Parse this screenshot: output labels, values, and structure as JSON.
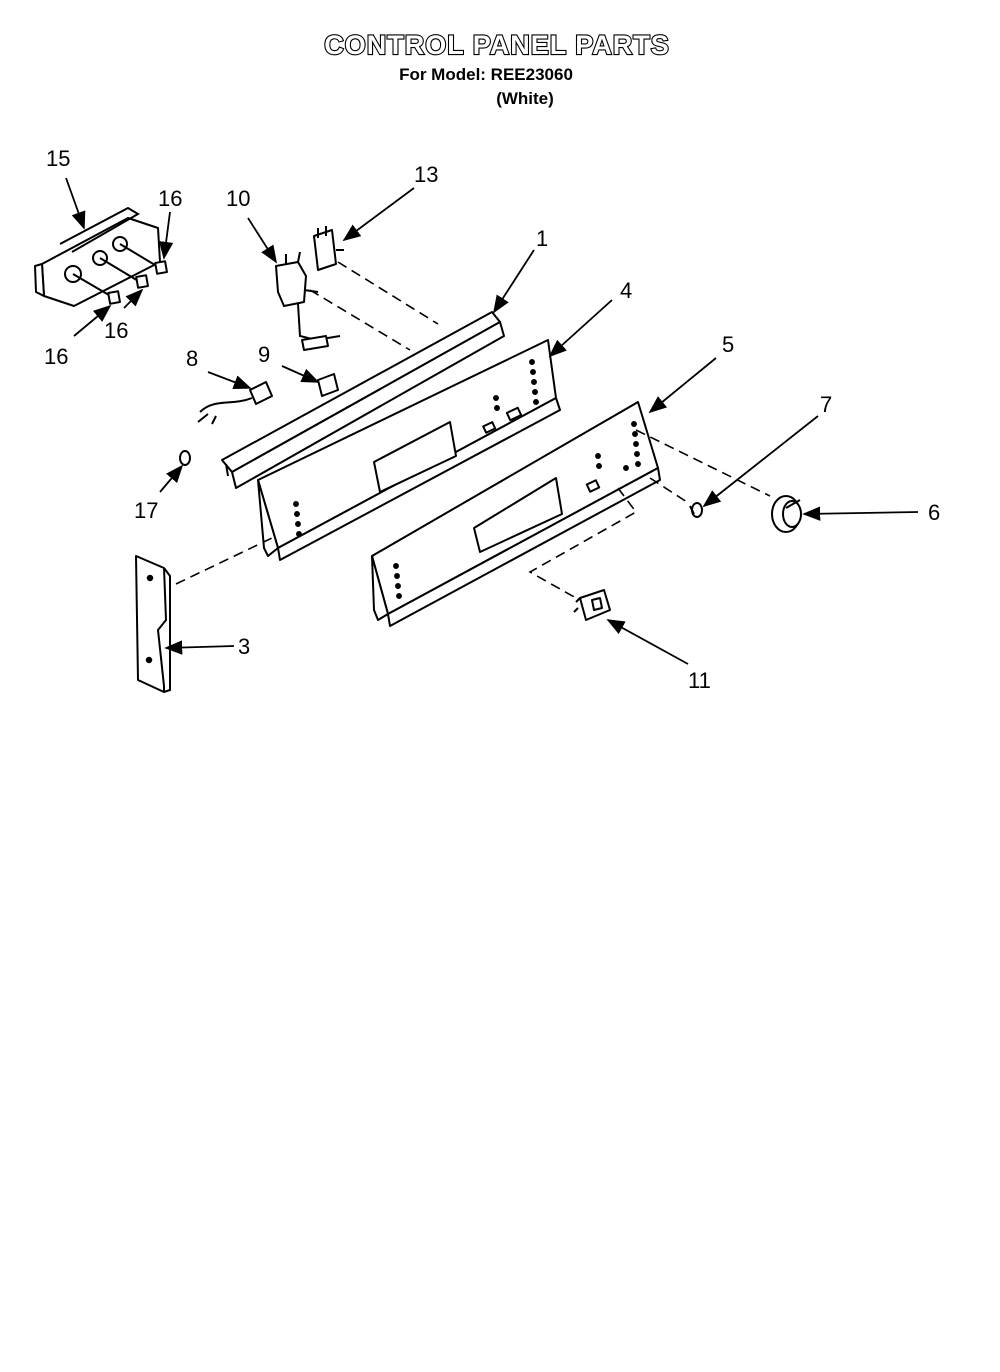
{
  "diagram": {
    "title": "CONTROL PANEL PARTS",
    "model_line": "For Model: REE23060",
    "color_line": "(White)",
    "callouts": [
      {
        "id": "c15",
        "label": "15"
      },
      {
        "id": "c16a",
        "label": "16"
      },
      {
        "id": "c16b",
        "label": "16"
      },
      {
        "id": "c16c",
        "label": "16"
      },
      {
        "id": "c10",
        "label": "10"
      },
      {
        "id": "c13",
        "label": "13"
      },
      {
        "id": "c1",
        "label": "1"
      },
      {
        "id": "c4",
        "label": "4"
      },
      {
        "id": "c8",
        "label": "8"
      },
      {
        "id": "c9",
        "label": "9"
      },
      {
        "id": "c5",
        "label": "5"
      },
      {
        "id": "c7",
        "label": "7"
      },
      {
        "id": "c6",
        "label": "6"
      },
      {
        "id": "c17",
        "label": "17"
      },
      {
        "id": "c3",
        "label": "3"
      },
      {
        "id": "c11",
        "label": "11"
      }
    ]
  }
}
